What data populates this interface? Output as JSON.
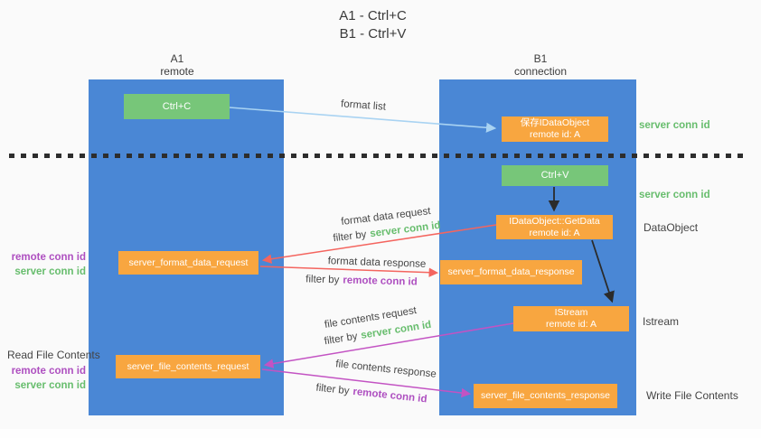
{
  "title": {
    "line1": "A1 - Ctrl+C",
    "line2": "B1 - Ctrl+V"
  },
  "lanes": {
    "left": {
      "name": "A1",
      "role": "remote"
    },
    "right": {
      "name": "B1",
      "role": "connection"
    }
  },
  "nodes": {
    "ctrl_c": {
      "label": "Ctrl+C"
    },
    "save_idataobject": {
      "line1": "保存IDataObject",
      "line2": "remote id: A"
    },
    "ctrl_v": {
      "label": "Ctrl+V"
    },
    "getdata": {
      "line1": "IDataObject::GetData",
      "line2": "remote id: A"
    },
    "format_request": {
      "label": "server_format_data_request"
    },
    "format_response": {
      "label": "server_format_data_response"
    },
    "istream": {
      "line1": "IStream",
      "line2": "remote id: A"
    },
    "file_request": {
      "label": "server_file_contents_request"
    },
    "file_response": {
      "label": "server_file_contents_response"
    }
  },
  "edge_labels": {
    "format_list": "format list",
    "format_data_request": "format data request",
    "format_data_response": "format data response",
    "file_contents_request": "file contents request",
    "file_contents_response": "file contents response",
    "filter_by": "filter by",
    "server_conn_id": "server conn id",
    "remote_conn_id": "remote conn id"
  },
  "side_labels": {
    "server_conn_top": "server conn id",
    "server_conn_mid": "server conn id",
    "dataobject": "DataObject",
    "istream": "Istream",
    "write_file_contents": "Write File Contents",
    "read_file_contents": "Read File Contents",
    "remote_conn_format": "remote conn id",
    "server_conn_format": "server conn id",
    "remote_conn_file": "remote conn id",
    "server_conn_file": "server conn id"
  },
  "colors": {
    "lane": "#4a87d5",
    "node_action": "#77c679",
    "node_message": "#f8a640",
    "server_conn_text": "#67bd6d",
    "remote_conn_text": "#ae4fc0",
    "arrow_format_list": "#a9d3f2",
    "arrow_black": "#2b2b2b",
    "arrow_format": "#f4655f",
    "arrow_file": "#c353c3"
  }
}
